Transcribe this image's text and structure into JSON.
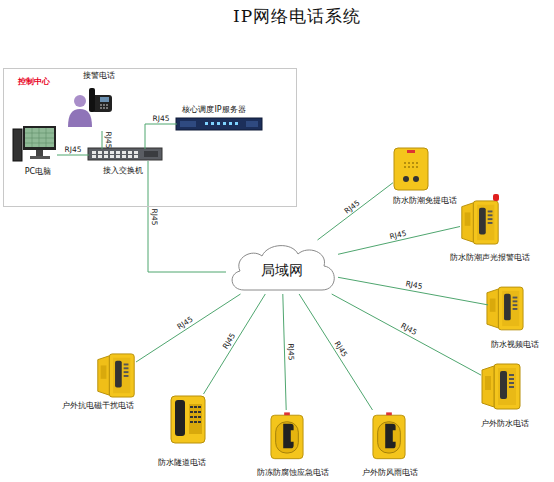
{
  "diagram": {
    "title": "IP网络电话系统",
    "nodes": [
      {
        "text": [
          "控制中心"
        ]
      },
      {
        "text": [
          "接警电话"
        ],
        "in": 0
      },
      {
        "text": [
          "核心调度IP服务器"
        ],
        "in": 0
      },
      {
        "text": [
          "PC电脑"
        ],
        "in": 0
      },
      {
        "text": [
          "接入交换机"
        ],
        "in": 0
      },
      {
        "text": [
          "局域网"
        ]
      },
      {
        "text": [
          "防水防潮免提电话"
        ]
      },
      {
        "text": [
          "防水防潮声光报警电话"
        ]
      },
      {
        "text": [
          "防水视频电话"
        ]
      },
      {
        "text": [
          "户外防水电话"
        ]
      },
      {
        "text": [
          "户外防风雨电话"
        ]
      },
      {
        "text": [
          "防冻防腐蚀应急电话"
        ]
      },
      {
        "text": [
          "防水隧道电话"
        ]
      },
      {
        "text": [
          "户外抗电磁干扰电话"
        ]
      }
    ],
    "edges": [
      {
        "from": 1,
        "to": 4,
        "label": "RJ45",
        "arrow": "none"
      },
      {
        "from": 2,
        "to": 4,
        "label": "RJ45",
        "arrow": "none"
      },
      {
        "from": 3,
        "to": 4,
        "label": "RJ45",
        "arrow": "none"
      },
      {
        "from": 4,
        "to": 5,
        "label": "RJ45",
        "arrow": "none"
      },
      {
        "from": 5,
        "to": 6,
        "label": "RJ45",
        "arrow": "none"
      },
      {
        "from": 5,
        "to": 7,
        "label": "RJ45",
        "arrow": "none"
      },
      {
        "from": 5,
        "to": 8,
        "label": "RJ45",
        "arrow": "none"
      },
      {
        "from": 5,
        "to": 9,
        "label": "RJ45",
        "arrow": "none"
      },
      {
        "from": 5,
        "to": 10,
        "label": "RJ45",
        "arrow": "none"
      },
      {
        "from": 5,
        "to": 11,
        "label": "RJ45",
        "arrow": "none"
      },
      {
        "from": 5,
        "to": 12,
        "label": "RJ45",
        "arrow": "none"
      },
      {
        "from": 5,
        "to": 13,
        "label": "RJ45",
        "arrow": "none"
      }
    ]
  }
}
